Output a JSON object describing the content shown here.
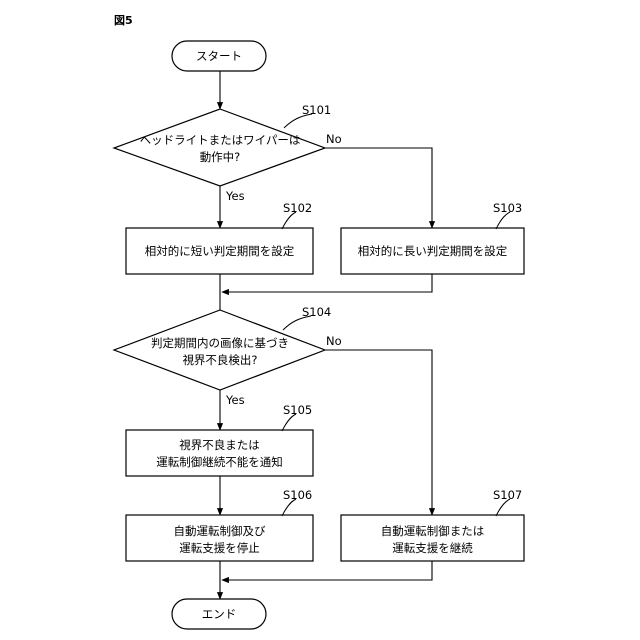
{
  "figure_label": "図5",
  "start": "スタート",
  "end": "エンド",
  "branch_labels": {
    "yes": "Yes",
    "no": "No"
  },
  "steps": {
    "s101": {
      "id": "S101",
      "lines": [
        "ヘッドライトまたはワイパーは",
        "動作中?"
      ]
    },
    "s102": {
      "id": "S102",
      "lines": [
        "相対的に短い判定期間を設定"
      ]
    },
    "s103": {
      "id": "S103",
      "lines": [
        "相対的に長い判定期間を設定"
      ]
    },
    "s104": {
      "id": "S104",
      "lines": [
        "判定期間内の画像に基づき",
        "視界不良検出?"
      ]
    },
    "s105": {
      "id": "S105",
      "lines": [
        "視界不良または",
        "運転制御継続不能を通知"
      ]
    },
    "s106": {
      "id": "S106",
      "lines": [
        "自動運転制御及び",
        "運転支援を停止"
      ]
    },
    "s107": {
      "id": "S107",
      "lines": [
        "自動運転制御または",
        "運転支援を継続"
      ]
    }
  }
}
